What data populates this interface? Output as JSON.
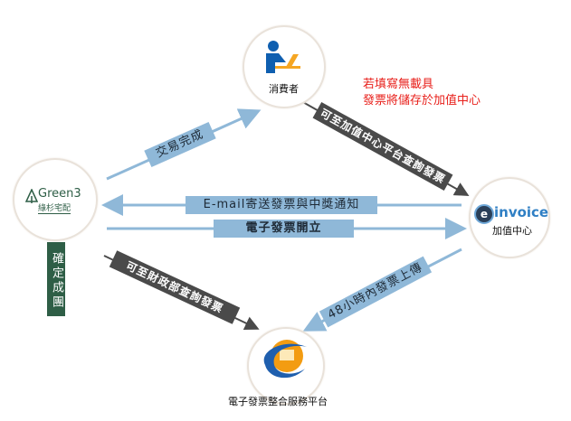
{
  "nodes": {
    "consumer": {
      "label": "消費者",
      "icon": "person-at-laptop-icon"
    },
    "green3": {
      "logo_text": "Green3",
      "logo_subtext": "綠杉宅配",
      "status_badge": "確定成團"
    },
    "einvoice": {
      "logo_text": "invoice",
      "logo_prefix": "e",
      "label": "加值中心"
    },
    "platform": {
      "label": "電子發票整合服務平台",
      "icon": "e-platform-logo-icon"
    }
  },
  "flows": {
    "transaction_done": "交易完成",
    "query_value_center": "可至加值中心平台查詢發票",
    "email_notice": "E-mail寄送發票與中獎通知",
    "invoice_issued": "電子發票開立",
    "query_mof": "可至財政部查詢發票",
    "upload_48h": "48小時內發票上傳"
  },
  "note": {
    "line1": "若填寫無載具",
    "line2": "發票將儲存於加值中心"
  },
  "colors": {
    "blue_band": "#8fb8d8",
    "dark_band": "#4a4a4a",
    "note_red": "#e8201b",
    "badge_green": "#2e5e46"
  }
}
